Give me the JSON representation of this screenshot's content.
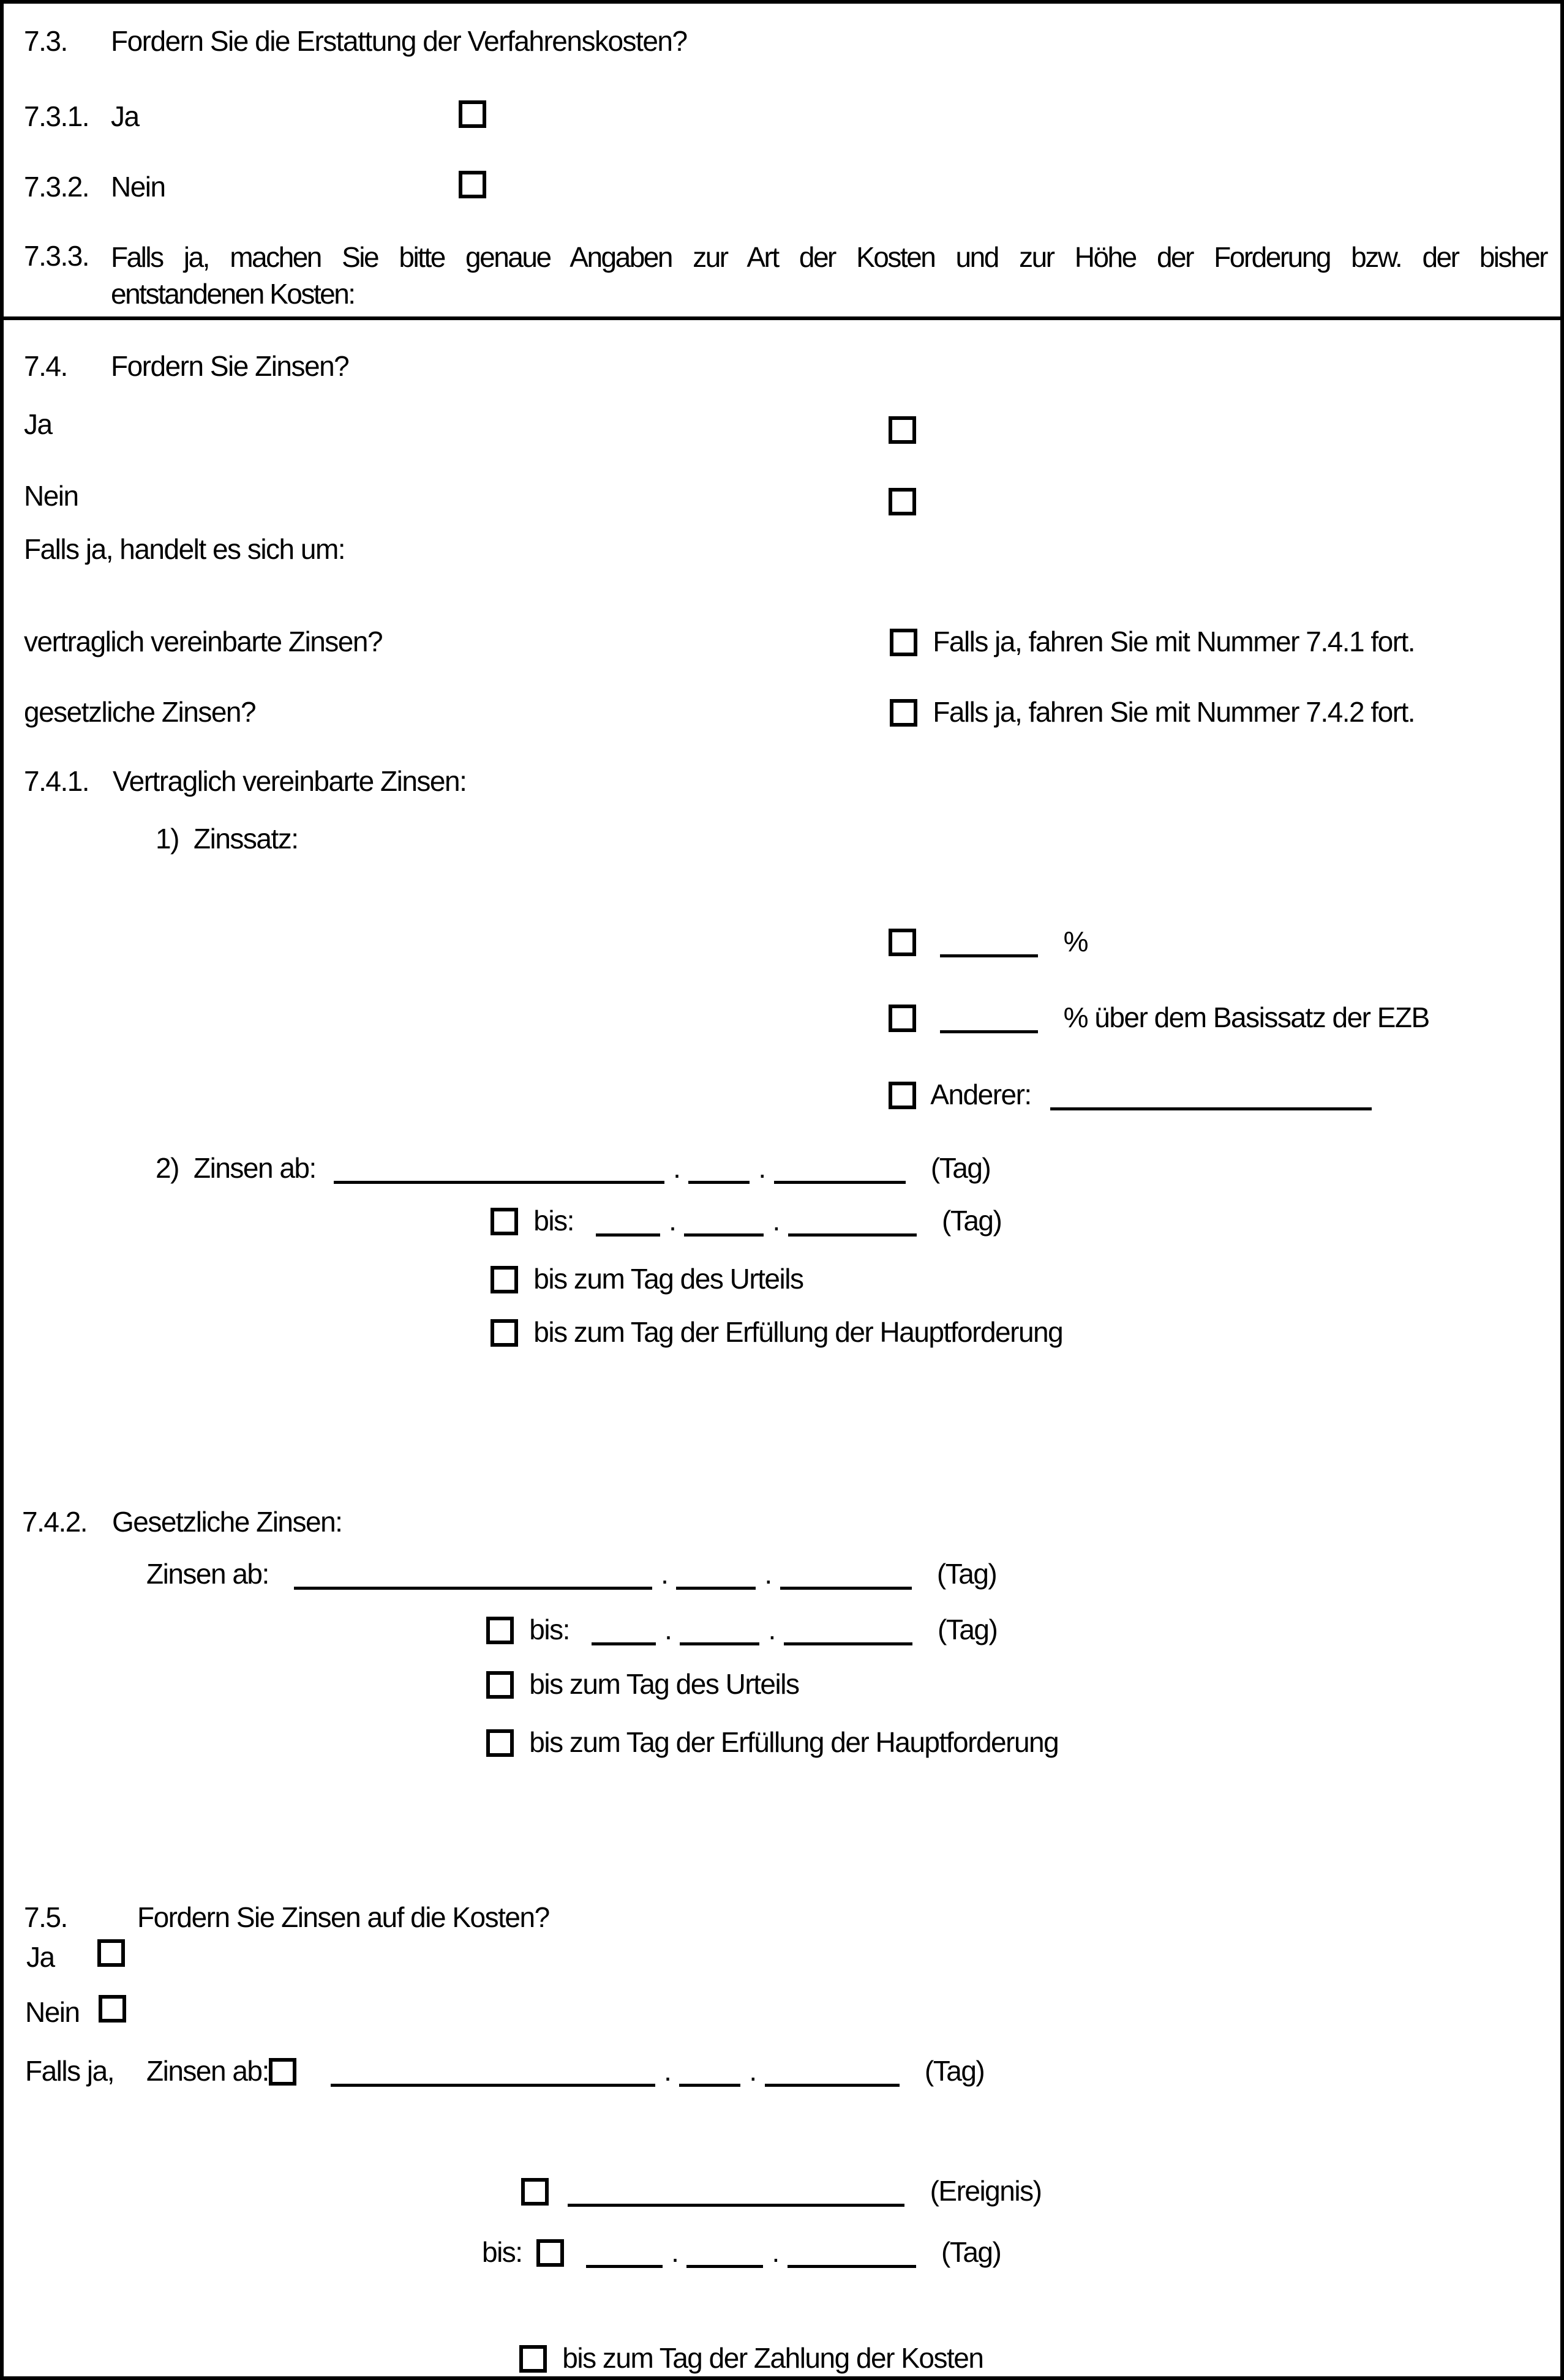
{
  "common": {
    "dot": ".",
    "tag": "(Tag)",
    "bis": "bis:",
    "zinsen_ab": "Zinsen ab:",
    "bis_urteil": "bis zum Tag des Urteils",
    "bis_erfuellung": "bis zum Tag der Erfüllung der Hauptforderung",
    "ja": "Ja",
    "nein": "Nein"
  },
  "s73": {
    "num": "7.3.",
    "question": "Fordern Sie die Erstattung der Verfahrenskosten?",
    "ja_num": "7.3.1.",
    "nein_num": "7.3.2.",
    "details_num": "7.3.3.",
    "details_line1": "Falls ja, machen Sie bitte genaue Angaben zur Art der Kosten und zur Höhe der Forderung bzw. der bisher",
    "details_line2": "entstandenen Kosten:"
  },
  "s74": {
    "num": "7.4.",
    "question": "Fordern Sie Zinsen?",
    "falls_ja": "Falls ja, handelt es sich um:",
    "vertraglich": "vertraglich vereinbarte Zinsen?",
    "vertraglich_hint": "Falls ja, fahren Sie mit Nummer 7.4.1 fort.",
    "gesetzlich": "gesetzliche Zinsen?",
    "gesetzlich_hint": "Falls ja, fahren Sie mit Nummer 7.4.2 fort."
  },
  "s741": {
    "num": "7.4.1.",
    "title": "Vertraglich vereinbarte Zinsen:",
    "item1_num": "1)",
    "item1": "Zinssatz:",
    "pct": "%",
    "pct_ezb": "% über dem Basissatz der EZB",
    "anderer": "Anderer:",
    "item2_num": "2)",
    "item2": "Zinsen ab:"
  },
  "s742": {
    "num": "7.4.2.",
    "title": "Gesetzliche Zinsen:"
  },
  "s75": {
    "num": "7.5.",
    "question": "Fordern Sie Zinsen auf die Kosten?",
    "falls_ja": "Falls ja,",
    "ereignis": "(Ereignis)",
    "bis_zahlung": "bis zum Tag der Zahlung der Kosten"
  }
}
